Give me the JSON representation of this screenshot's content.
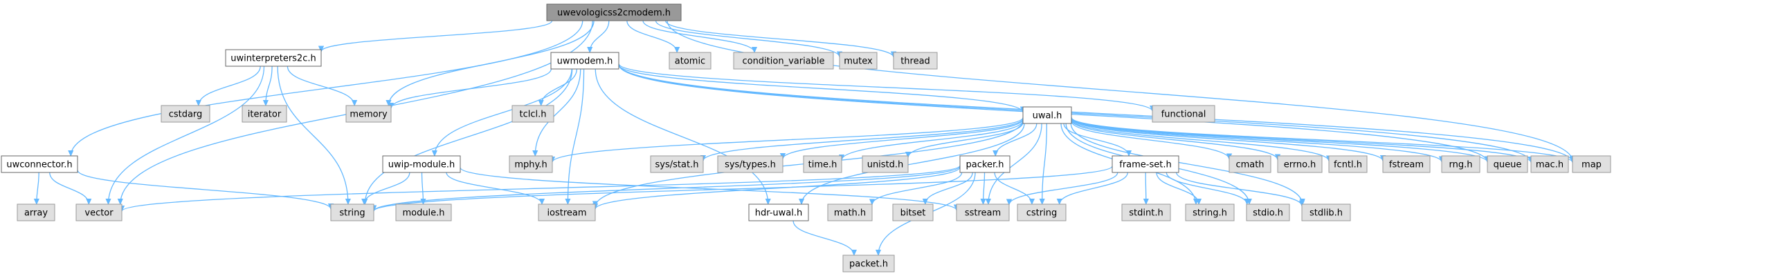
{
  "graph": {
    "nodes": {
      "root": "uwevologicss2cmodem.h",
      "uwinterpreters2c": "uwinterpreters2c.h",
      "uwmodem": "uwmodem.h",
      "uwconnector": "uwconnector.h",
      "uwip_module": "uwip-module.h",
      "uwal": "uwal.h",
      "packer": "packer.h",
      "frame_set": "frame-set.h",
      "hdr_uwal": "hdr-uwal.h",
      "atomic": "atomic",
      "condition_variable": "condition_variable",
      "mutex": "mutex",
      "thread": "thread",
      "memory": "memory",
      "cstdarg": "cstdarg",
      "iterator": "iterator",
      "tclcl": "tclcl.h",
      "functional": "functional",
      "mphy": "mphy.h",
      "sys_stat": "sys/stat.h",
      "sys_types": "sys/types.h",
      "time": "time.h",
      "unistd": "unistd.h",
      "cmath": "cmath",
      "errno": "errno.h",
      "fcntl": "fcntl.h",
      "fstream": "fstream",
      "rng": "rng.h",
      "queue": "queue",
      "mac": "mac.h",
      "map": "map",
      "array": "array",
      "vector": "vector",
      "string": "string",
      "module": "module.h",
      "iostream": "iostream",
      "math": "math.h",
      "bitset": "bitset",
      "sstream": "sstream",
      "cstring": "cstring",
      "stdint": "stdint.h",
      "string_h": "string.h",
      "stdio": "stdio.h",
      "stdlib": "stdlib.h",
      "packet": "packet.h"
    }
  }
}
